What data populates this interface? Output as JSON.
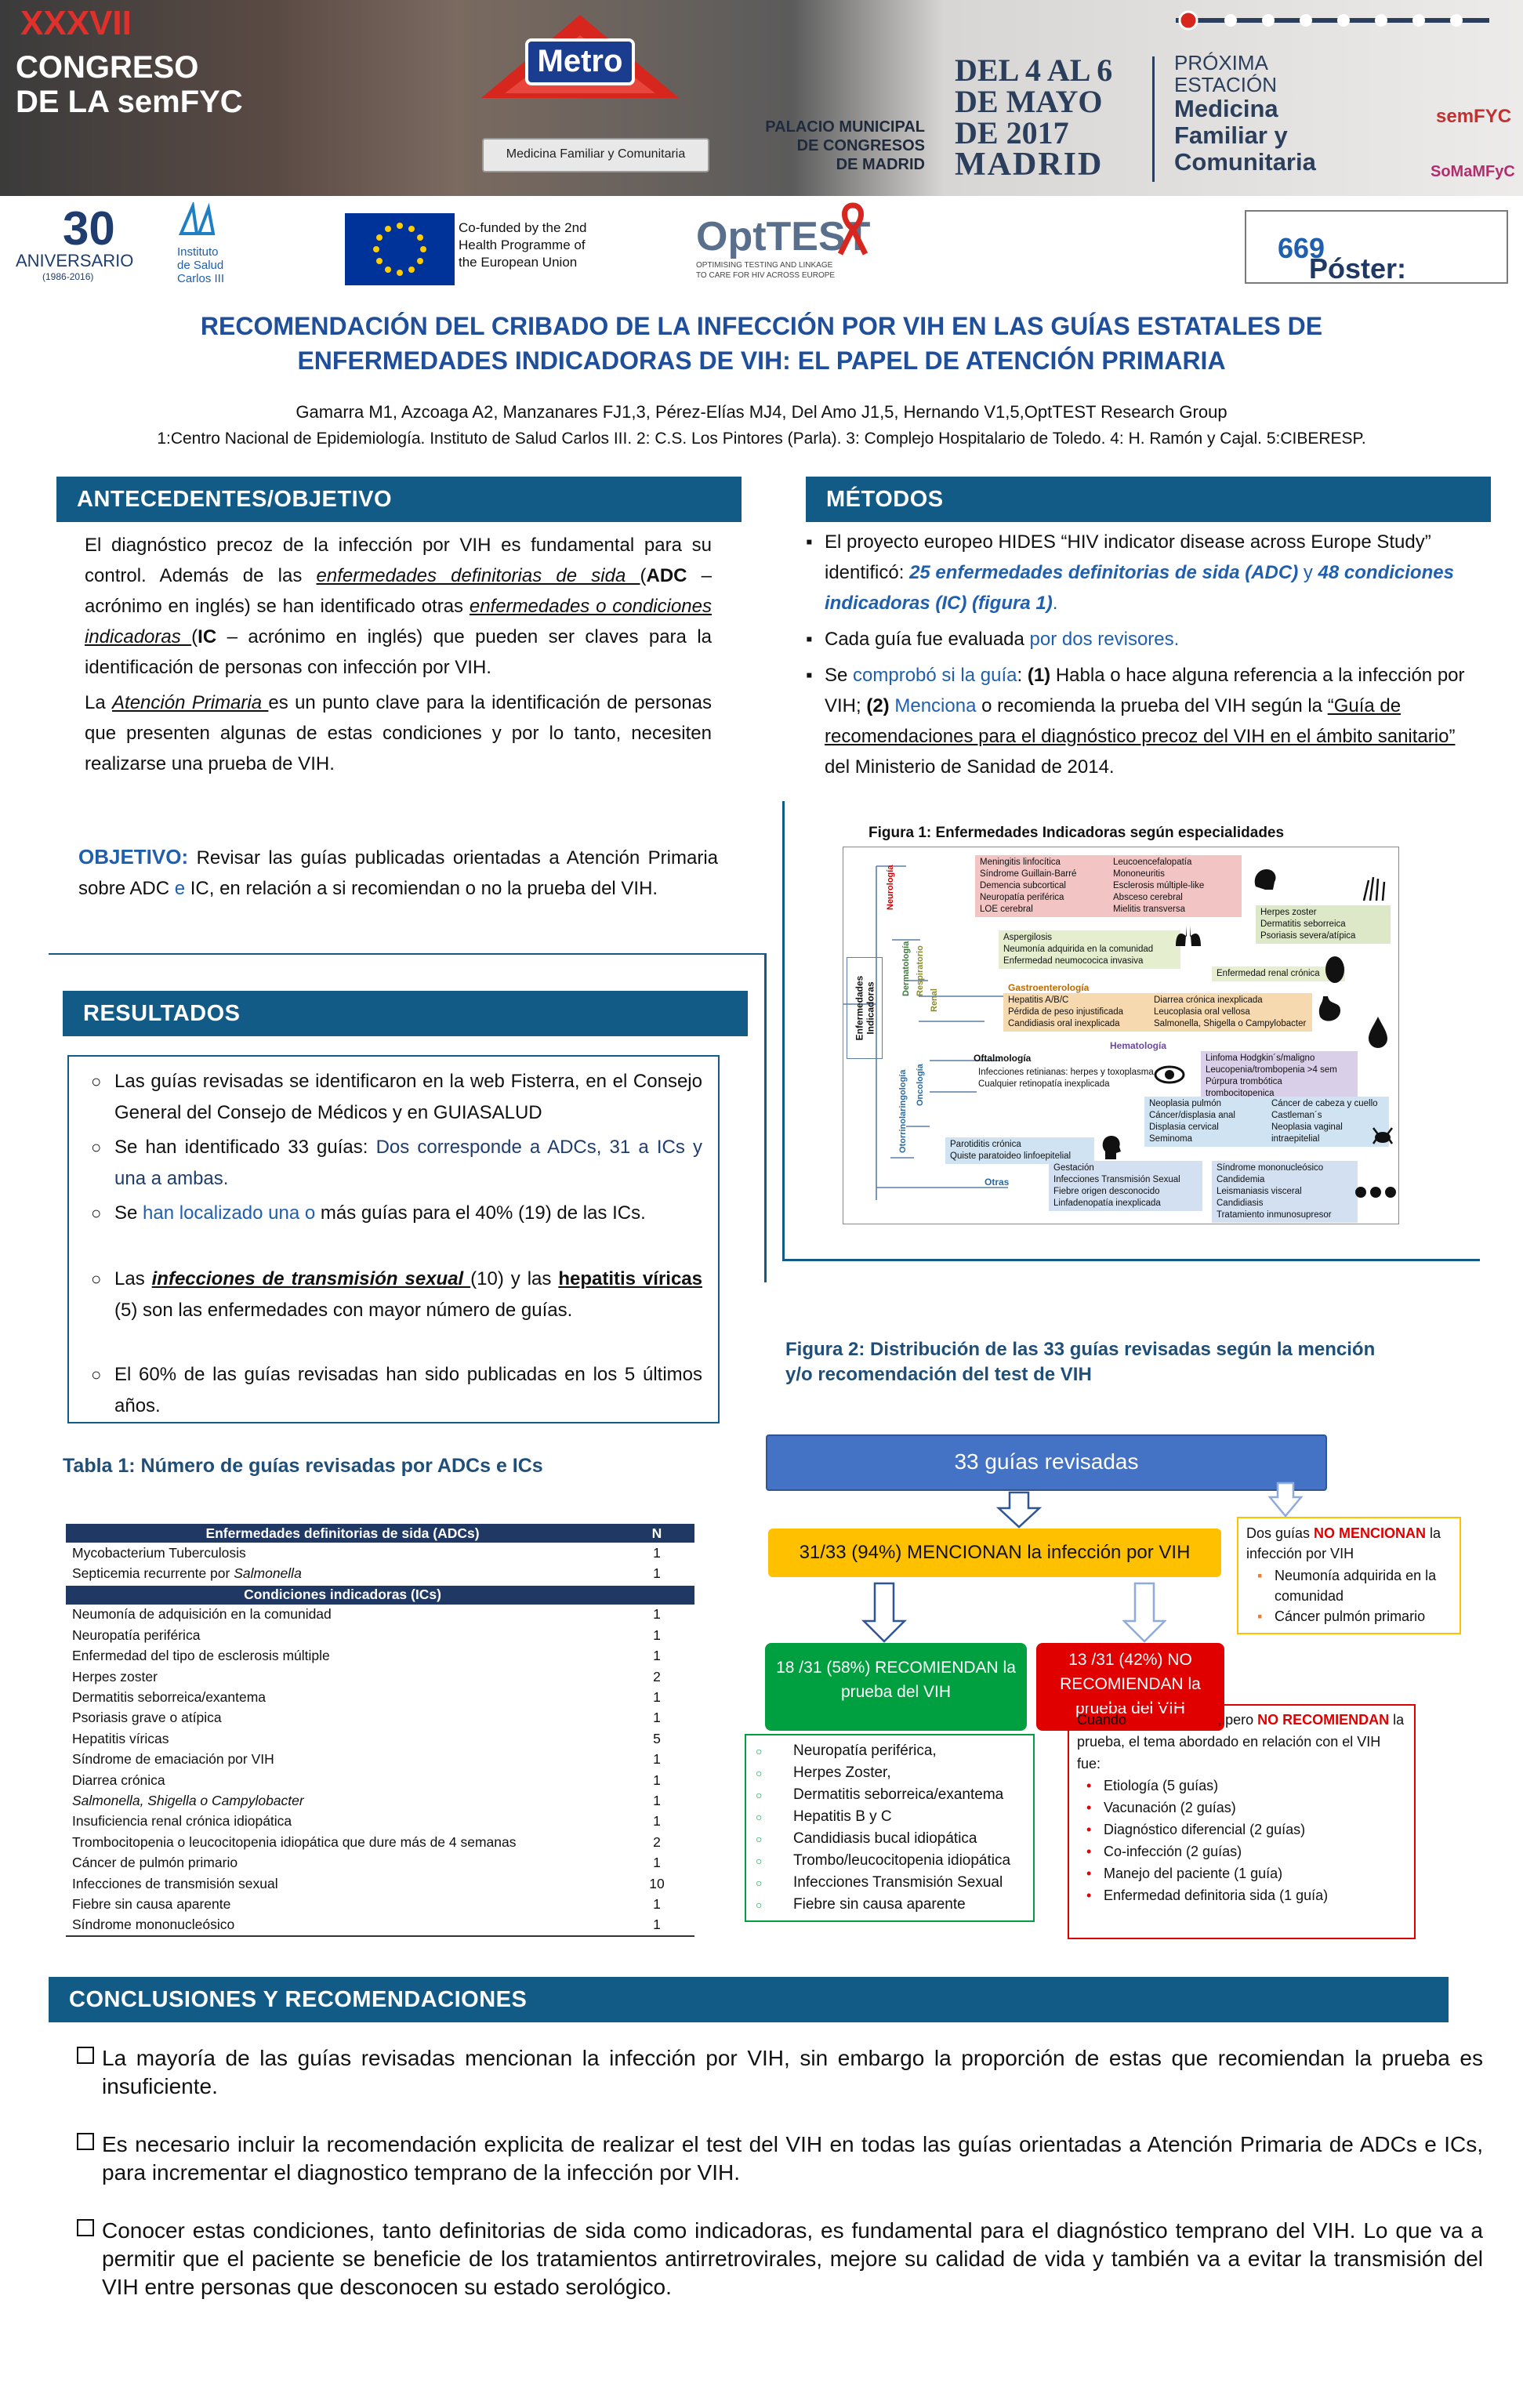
{
  "header": {
    "congreso_roman": "XXXVII",
    "congreso_line1": "CONGRESO",
    "congreso_line2": "DE LA semFYC",
    "metro_label": "Metro",
    "metro_sign": "Medicina Familiar y Comunitaria",
    "palacio": [
      "PALACIO MUNICIPAL",
      "DE CONGRESOS",
      "DE MADRID"
    ],
    "fecha": [
      "DEL 4 AL 6",
      "DE MAYO",
      "DE 2017"
    ],
    "ciudad": "MADRID",
    "proxima": [
      "PRÓXIMA",
      "ESTACIÓN"
    ],
    "estacion": [
      "Medicina",
      "Familiar y",
      "Comunitaria"
    ],
    "semfyc_logo": "semFYC",
    "somamfyc_logo": "SoMaMFyC"
  },
  "logos": {
    "aniversario_num": "30",
    "aniversario_text": "ANIVERSARIO",
    "aniversario_years": "(1986-2016)",
    "isciii": [
      "Instituto",
      "de Salud",
      "Carlos III"
    ],
    "cofunded": [
      "Co-funded by the 2nd",
      "Health Programme of",
      "the European Union"
    ],
    "opttest": "OptTEST",
    "opttest_sub": [
      "OPTIMISING TESTING AND LINKAGE",
      "TO CARE FOR HIV ACROSS EUROPE"
    ]
  },
  "poster": {
    "label": "Póster:",
    "number": "669"
  },
  "title": [
    "RECOMENDACIÓN DEL CRIBADO DE LA INFECCIÓN POR VIH EN LAS GUÍAS ESTATALES DE",
    "ENFERMEDADES INDICADORAS DE VIH: EL PAPEL DE ATENCIÓN PRIMARIA"
  ],
  "authors": "Gamarra M1, Azcoaga A2, Manzanares FJ1,3, Pérez-Elías MJ4, Del Amo J1,5, Hernando V1,5,OptTEST Research Group",
  "affiliations": "1:Centro Nacional de Epidemiología. Instituto de Salud Carlos III. 2: C.S. Los Pintores (Parla). 3: Complejo Hospitalario de Toledo. 4: H. Ramón y Cajal. 5:CIBERESP.",
  "sections": {
    "antecedentes": "ANTECEDENTES/OBJETIVO",
    "metodos": "MÉTODOS",
    "resultados": "RESULTADOS",
    "conclusiones": "CONCLUSIONES Y RECOMENDACIONES"
  },
  "antecedentes": {
    "p1_a": "El diagnóstico precoz de la infección por VIH es fundamental para su control. Además de las ",
    "p1_b": "enfermedades definitorias de sida ",
    "p1_c": "(",
    "p1_d": "ADC",
    "p1_e": " – acrónimo en inglés) se han identificado otras ",
    "p1_f": "enfermedades o condiciones indicadoras ",
    "p1_g": "(",
    "p1_h": "IC",
    "p1_i": " – acrónimo en inglés) que pueden ser claves para la identificación de personas con infección por VIH.",
    "p2_a": "La ",
    "p2_b": "Atención Primaria ",
    "p2_c": "es un punto clave para la identificación de personas que presenten algunas de estas condiciones y por lo tanto, necesiten realizarse una prueba de VIH.",
    "obj_label": "OBJETIVO:",
    "obj_a": " Revisar las guías publicadas orientadas a Atención Primaria sobre ADC ",
    "obj_e": "e",
    "obj_b": " IC, en relación a si recomiendan o no la prueba del VIH."
  },
  "metodos": {
    "m1_a": "El proyecto europeo HIDES  “HIV indicator disease across Europe Study” identificó: ",
    "m1_b": "25 enfermedades definitorias de sida (ADC)",
    "m1_c": " y ",
    "m1_d": "48 condiciones indicadoras (IC) (figura 1)",
    "m1_e": ".",
    "m2_a": "Cada guía fue evaluada ",
    "m2_b": "por dos revisores",
    "m2_c": ".",
    "m3_a": "Se ",
    "m3_b": "comprobó si la guía",
    "m3_c": ":  ",
    "m3_d": "(1)",
    "m3_e": " Habla o hace alguna referencia a la infección por VIH; ",
    "m3_f": "(2)",
    "m3_g": " Menciona",
    "m3_h": " o recomienda la prueba del  VIH según la ",
    "m3_i": "“Guía de recomendaciones para el diagnóstico precoz del VIH en el ámbito sanitario”",
    "m3_j": " del Ministerio de Sanidad de 2014."
  },
  "figure1": {
    "caption": "Figura  1: Enfermedades Indicadoras según especialidades",
    "root": [
      "Enfermedades",
      "Indicadoras"
    ],
    "especialidades": [
      "Neurología",
      "Dermatología",
      "Respiratorio",
      "Renal",
      "Gastroenterología",
      "Hematología",
      "Oftalmología",
      "Oncología",
      "Otorrinolaringología",
      "Otras"
    ],
    "neuro_a": [
      "Meningitis linfocítica",
      "Síndrome Guillain-Barré",
      "Demencia subcortical",
      "Neuropatía periférica",
      "LOE cerebral"
    ],
    "neuro_b": [
      "Leucoencefalopatía",
      "Mononeuritis",
      "Esclerosis múltiple-like",
      "Absceso cerebral",
      "Mielitis transversa"
    ],
    "derma": [
      "Herpes zoster",
      "Dermatitis seborreica",
      "Psoriasis severa/atípica"
    ],
    "resp": [
      "Aspergilosis",
      "Neumonía adquirida en la comunidad",
      "Enfermedad neumococica invasiva"
    ],
    "renal": [
      "Enfermedad renal crónica"
    ],
    "gastro_a": [
      "Hepatitis A/B/C",
      "Pérdida de peso injustificada",
      "Candidiasis oral inexplicada"
    ],
    "gastro_b": [
      "Diarrea crónica inexplicada",
      "Leucoplasia oral vellosa",
      "Salmonella, Shigella o Campylobacter"
    ],
    "hemato": [
      "Linfoma Hodgkin´s/maligno",
      "Leucopenia/trombopenia >4 sem",
      "Púrpura trombótica trombocitopenica"
    ],
    "oftal": [
      "Infecciones retinianas: herpes y toxoplasma",
      "Cualquier retinopatía inexplicada"
    ],
    "onco_a": [
      "Neoplasia pulmón",
      "Cáncer/displasia anal",
      "Displasia cervical",
      "Seminoma"
    ],
    "onco_b": [
      "Cáncer de cabeza y cuello",
      "Castleman´s",
      "Neoplasia vaginal intraepitelial"
    ],
    "orl": [
      "Parotiditis crónica",
      "Quiste paratoideo linfoepitelial"
    ],
    "otras_a": [
      "Gestación",
      "Infecciones Transmisión Sexual",
      "Fiebre origen desconocido",
      "Linfadenopatía inexplicada"
    ],
    "otras_b": [
      "Síndrome mononucleósico",
      "Candidemia",
      "Leismaniasis visceral",
      "Candidiasis",
      "Tratamiento inmunosupresor"
    ]
  },
  "resultados": {
    "r1": "Las guías revisadas se identificaron en la web Fisterra, en el Consejo General del Consejo de Médicos y en GUIASALUD",
    "r2_a": "Se han identificado 33 guías: ",
    "r2_b": "Dos corresponde a ADCs, 31 a ICs y una a ambas.",
    "r3_a": "Se ",
    "r3_b": "han  localizado una o",
    "r3_c": " más guías para el 40% (19) de las ICs.",
    "r4_a": "Las ",
    "r4_b": "infecciones de transmisión sexual ",
    "r4_c": "(10) y las ",
    "r4_d": "hepatitis víricas",
    "r4_e": " (5) son las enfermedades con mayor número de guías.",
    "r5": "El 60% de las guías revisadas han sido publicadas en los 5 últimos años."
  },
  "figure2": {
    "caption": "Figura  2: Distribución de las 33 guías revisadas según la mención y/o recomendación del test de VIH",
    "top": "33 guías revisadas",
    "mencionan": "31/33 (94%) MENCIONAN la infección por VIH",
    "no_menc_a": "Dos guías ",
    "no_menc_b": "NO MENCIONAN",
    "no_menc_c": " la infección por VIH",
    "no_menc_items": [
      "Neumonía adquirida en la comunidad",
      "Cáncer pulmón primario"
    ],
    "recomiendan": "18 /31 (58%) RECOMIENDAN la prueba del VIH",
    "no_recomiendan": "13 /31 (42%)  NO RECOMIENDAN la prueba del VIH",
    "rec_items": [
      "Neuropatía periférica,",
      "Herpes Zoster,",
      "Dermatitis seborreica/exantema",
      "Hepatitis B y C",
      "Candidiasis bucal idiopática",
      "Trombo/leucocitopenia  idiopática",
      "Infecciones Transmisión Sexual",
      "Fiebre sin causa aparente"
    ],
    "norec_intro_a": "Cuando ",
    "norec_intro_b": "MENCIONAN",
    "norec_intro_c": ", pero ",
    "norec_intro_d": "NO RECOMIENDAN",
    "norec_intro_e": " la prueba,  el tema abordado en relación con el VIH fue:",
    "norec_items": [
      "Etiología (5 guías)",
      "Vacunación (2 guías)",
      "Diagnóstico diferencial (2 guías)",
      "Co-infección (2 guías)",
      "Manejo del paciente (1 guía)",
      "Enfermedad definitoria sida (1 guía)"
    ]
  },
  "tabla": {
    "caption": "Tabla 1: Número de guías revisadas por ADCs e ICs",
    "h1": "Enfermedades definitorias de sida (ADCs)",
    "n": "N",
    "adc": [
      [
        "Mycobacterium Tuberculosis",
        "1"
      ],
      [
        "Septicemia recurrente por ",
        "1",
        "Salmonella"
      ]
    ],
    "h2": "Condiciones indicadoras (ICs)",
    "ic": [
      [
        "Neumonía de adquisición en la comunidad",
        "1"
      ],
      [
        "Neuropatía periférica",
        "1"
      ],
      [
        "Enfermedad del tipo de esclerosis múltiple",
        "1"
      ],
      [
        "Herpes zoster",
        "2"
      ],
      [
        "Dermatitis seborreica/exantema",
        "1"
      ],
      [
        "Psoriasis grave o atípica",
        "1"
      ],
      [
        "Hepatitis víricas",
        "5"
      ],
      [
        "Síndrome de emaciación por VIH",
        "1"
      ],
      [
        "Diarrea crónica",
        "1"
      ],
      [
        "Salmonella, Shigella o Campylobacter",
        "1"
      ],
      [
        "Insuficiencia renal crónica idiopática",
        "1"
      ],
      [
        "Trombocitopenia o leucocitopenia idiopática que dure más de 4 semanas",
        "2"
      ],
      [
        "Cáncer de pulmón primario",
        "1"
      ],
      [
        "Infecciones de transmisión sexual",
        "10"
      ],
      [
        "Fiebre sin causa aparente",
        "1"
      ],
      [
        "Síndrome mononucleósico",
        "1"
      ]
    ]
  },
  "conclusiones": [
    "La mayoría de las guías revisadas mencionan la infección por VIH, sin embargo la proporción de estas que recomiendan la prueba es insuficiente.",
    "Es necesario incluir la recomendación explicita de realizar el test del VIH en todas las guías orientadas a Atención Primaria de ADCs e ICs, para incrementar el diagnostico temprano de la infección por VIH.",
    "Conocer estas condiciones, tanto definitorias de sida como indicadoras, es fundamental para el diagnóstico temprano del VIH. Lo que va a permitir que el paciente se beneficie de los tratamientos antirretrovirales, mejore su calidad de vida y también va a evitar la transmisión del VIH entre personas que desconocen su estado serológico."
  ],
  "colors": {
    "section": "#135b87",
    "title": "#1f4e9a",
    "green": "#00a040",
    "red": "#e00000",
    "amber": "#ffc000"
  }
}
